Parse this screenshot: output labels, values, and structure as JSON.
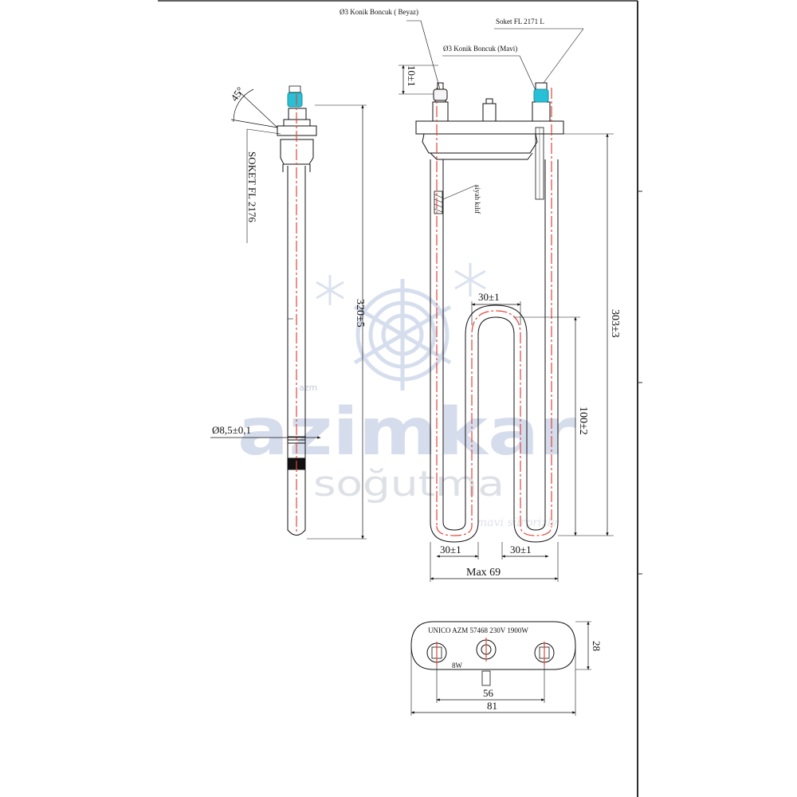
{
  "labels": {
    "bead_white": "Ø3 Konik Boncuk ( Beyaz)",
    "socket_l": "Soket FL 2171 L",
    "bead_blue": "Ø3 Konik Boncuk (Mavi)",
    "socket_side": "SOKET FL 2176",
    "angle": "45°",
    "thermo": "siyah kılıf",
    "nameplate": "UNICO AZM 57468 230V 1900W",
    "earth": "8W"
  },
  "dimensions": {
    "pin_height": "10±1",
    "length_side": "320±5",
    "diameter": "Ø8,5±0,1",
    "loop_top": "30±1",
    "total_height": "303±3",
    "loop_height": "100±2",
    "bottom_left": "30±1",
    "bottom_right": "30±1",
    "max_width": "Max 69",
    "flange_height": "28",
    "pin_spacing": "56",
    "flange_width": "81"
  },
  "watermark": {
    "brand": "azimkar",
    "sub": "soğutma",
    "prefix": "azm",
    "tagline": "mavi sürprizle"
  },
  "colors": {
    "line": "#111111",
    "axis": "#e0453a",
    "bead_blue": "#27c0d6",
    "border": "#2c2c2c"
  }
}
